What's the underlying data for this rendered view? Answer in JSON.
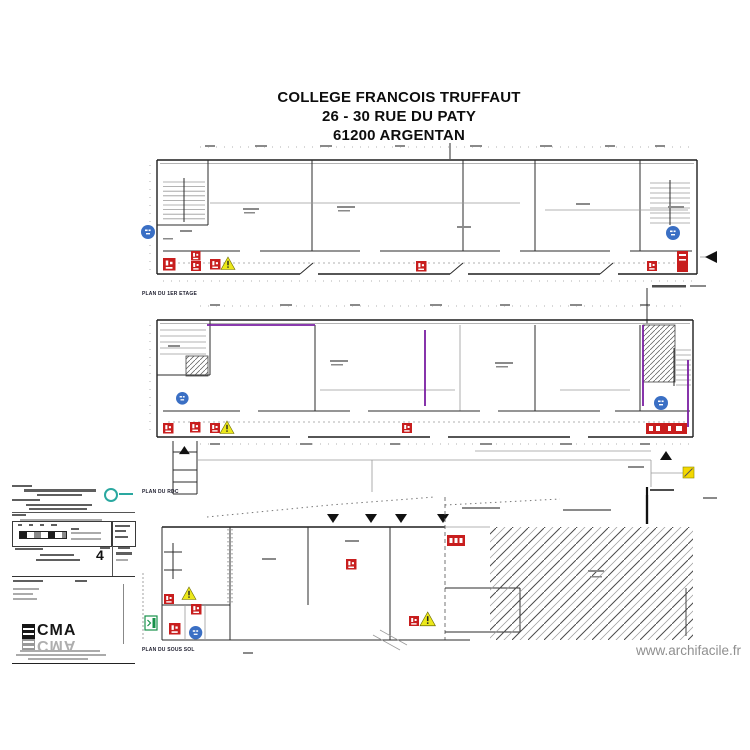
{
  "title": {
    "line1": "COLLEGE FRANCOIS TRUFFAUT",
    "line2": "26 - 30 RUE DU PATY",
    "line3": "61200 ARGENTAN"
  },
  "plans": {
    "first_floor_label": "PLAN DU 1ER ETAGE",
    "ground_floor_label": "PLAN DU RDC",
    "basement_label": "PLAN DU SOUS SOL"
  },
  "cartouche": {
    "page_number": "4",
    "logo_text": "CMA"
  },
  "watermark": "www.archifacile.fr",
  "icons": {
    "fire_extinguisher": "red-square-white-glyph",
    "fire_panel": "red-bar-white-glyphs",
    "warning": "yellow-triangle-exclamation",
    "level_marker": "blue-circle",
    "emergency_exit": "green-running-man",
    "section_marker": "black-triangle",
    "electrical": "yellow-square-diagonal",
    "cert_logo": "teal-ring"
  },
  "colors": {
    "wall": "#2b2b2b",
    "accent_purple": "#7a1fa2",
    "symbol_red": "#c81e1e",
    "symbol_yellow": "#ece81a",
    "symbol_blue": "#3a6fc4",
    "symbol_green": "#17914a",
    "watermark_gray": "#8f8f8f"
  }
}
